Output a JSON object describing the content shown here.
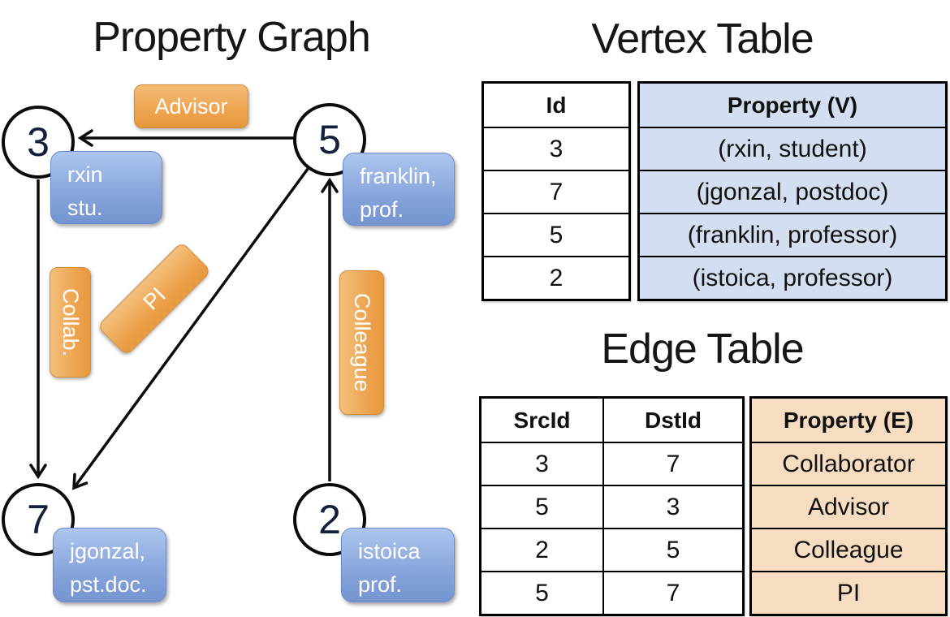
{
  "graph": {
    "title": "Property Graph",
    "vertices": [
      {
        "id": "3",
        "label_lines": [
          "rxin",
          "stu."
        ]
      },
      {
        "id": "5",
        "label_lines": [
          "franklin,",
          "prof."
        ]
      },
      {
        "id": "7",
        "label_lines": [
          "jgonzal,",
          "pst.doc."
        ]
      },
      {
        "id": "2",
        "label_lines": [
          "istoica",
          "prof."
        ]
      }
    ],
    "edge_labels": {
      "advisor": "Advisor",
      "collab": "Collab.",
      "pi": "PI",
      "colleague": "Colleague"
    }
  },
  "vertex_table": {
    "title": "Vertex Table",
    "columns": [
      "Id",
      "Property (V)"
    ],
    "rows": [
      [
        "3",
        "(rxin, student)"
      ],
      [
        "7",
        "(jgonzal, postdoc)"
      ],
      [
        "5",
        "(franklin, professor)"
      ],
      [
        "2",
        "(istoica, professor)"
      ]
    ]
  },
  "edge_table": {
    "title": "Edge Table",
    "columns": [
      "SrcId",
      "DstId",
      "Property (E)"
    ],
    "rows": [
      [
        "3",
        "7",
        "Collaborator"
      ],
      [
        "5",
        "3",
        "Advisor"
      ],
      [
        "2",
        "5",
        "Colleague"
      ],
      [
        "5",
        "7",
        "PI"
      ]
    ]
  },
  "colors": {
    "edge_label_orange": "#eca04a",
    "vertex_label_blue": "#8aa7dd",
    "vertex_table_fill": "#d3dff0",
    "edge_table_fill": "#f6ddc2",
    "line_black": "#0b0b0b",
    "background": "#ffffff"
  }
}
